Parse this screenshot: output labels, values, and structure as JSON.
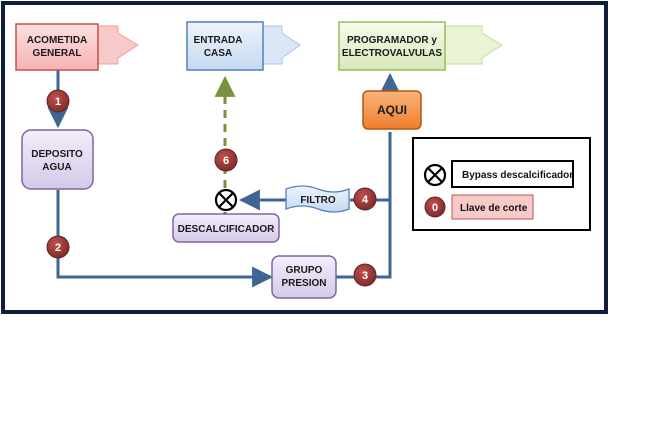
{
  "boxes": {
    "acometida": [
      "ACOMETIDA",
      "GENERAL"
    ],
    "entrada": [
      "ENTRADA",
      "CASA"
    ],
    "programador": [
      "PROGRAMADOR y",
      "ELECTROVALVULAS"
    ],
    "aqui": "AQUI",
    "deposito": [
      "DEPOSITO",
      "AGUA"
    ],
    "filtro": "FILTRO",
    "descalcificador": "DESCALCIFICADOR",
    "grupo": [
      "GRUPO",
      "PRESION"
    ]
  },
  "valves": {
    "v1": "1",
    "v2": "2",
    "v3": "3",
    "v4": "4",
    "v6": "6"
  },
  "legend": {
    "bypass_label": "Bypass descalcificador",
    "llave_number": "0",
    "llave_label": "Llave de corte"
  },
  "colors": {
    "frame": "#0f1e3c",
    "pipe": "#3f6597",
    "valve": "#943634",
    "red_box": "#f8c9c9",
    "blue_box": "#dbe7f5",
    "green_box": "#e9f4d5",
    "purple_box": "#e7dff3",
    "aqui_box": "#f79646",
    "dashed_pipe": "#77933c"
  }
}
